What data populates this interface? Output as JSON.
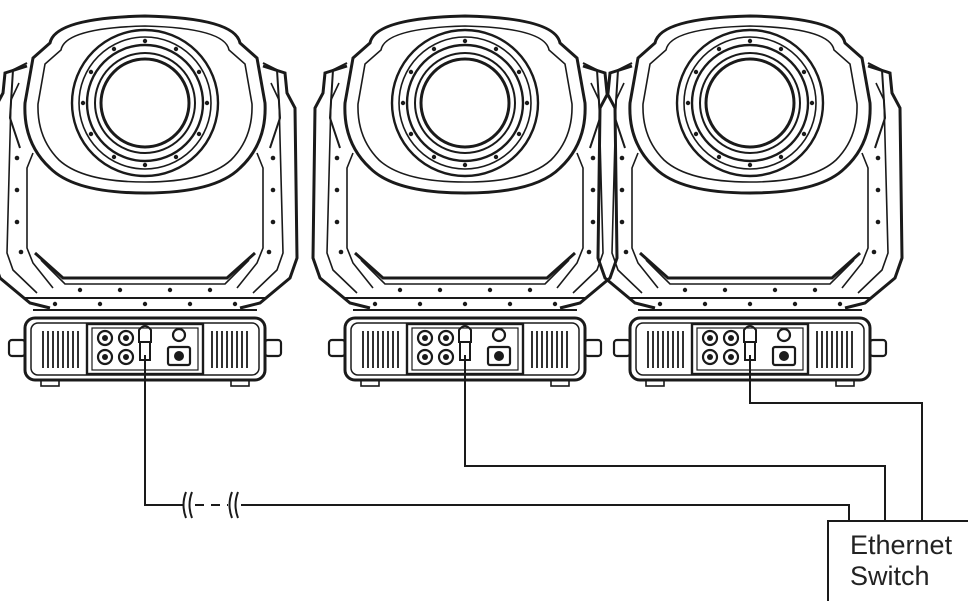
{
  "diagram": {
    "switch": {
      "line1": "Ethernet",
      "line2": "Switch"
    },
    "fixtures": [
      {
        "id": "fixture-1",
        "kind": "moving-head"
      },
      {
        "id": "fixture-2",
        "kind": "moving-head"
      },
      {
        "id": "fixture-3",
        "kind": "moving-head"
      }
    ],
    "cables": [
      {
        "from": "fixture-1",
        "to": "switch",
        "style": "long-run-with-break"
      },
      {
        "from": "fixture-2",
        "to": "switch",
        "style": "solid"
      },
      {
        "from": "fixture-3",
        "to": "switch",
        "style": "solid"
      }
    ],
    "colors": {
      "line": "#1a1a1a",
      "background": "#ffffff"
    }
  }
}
